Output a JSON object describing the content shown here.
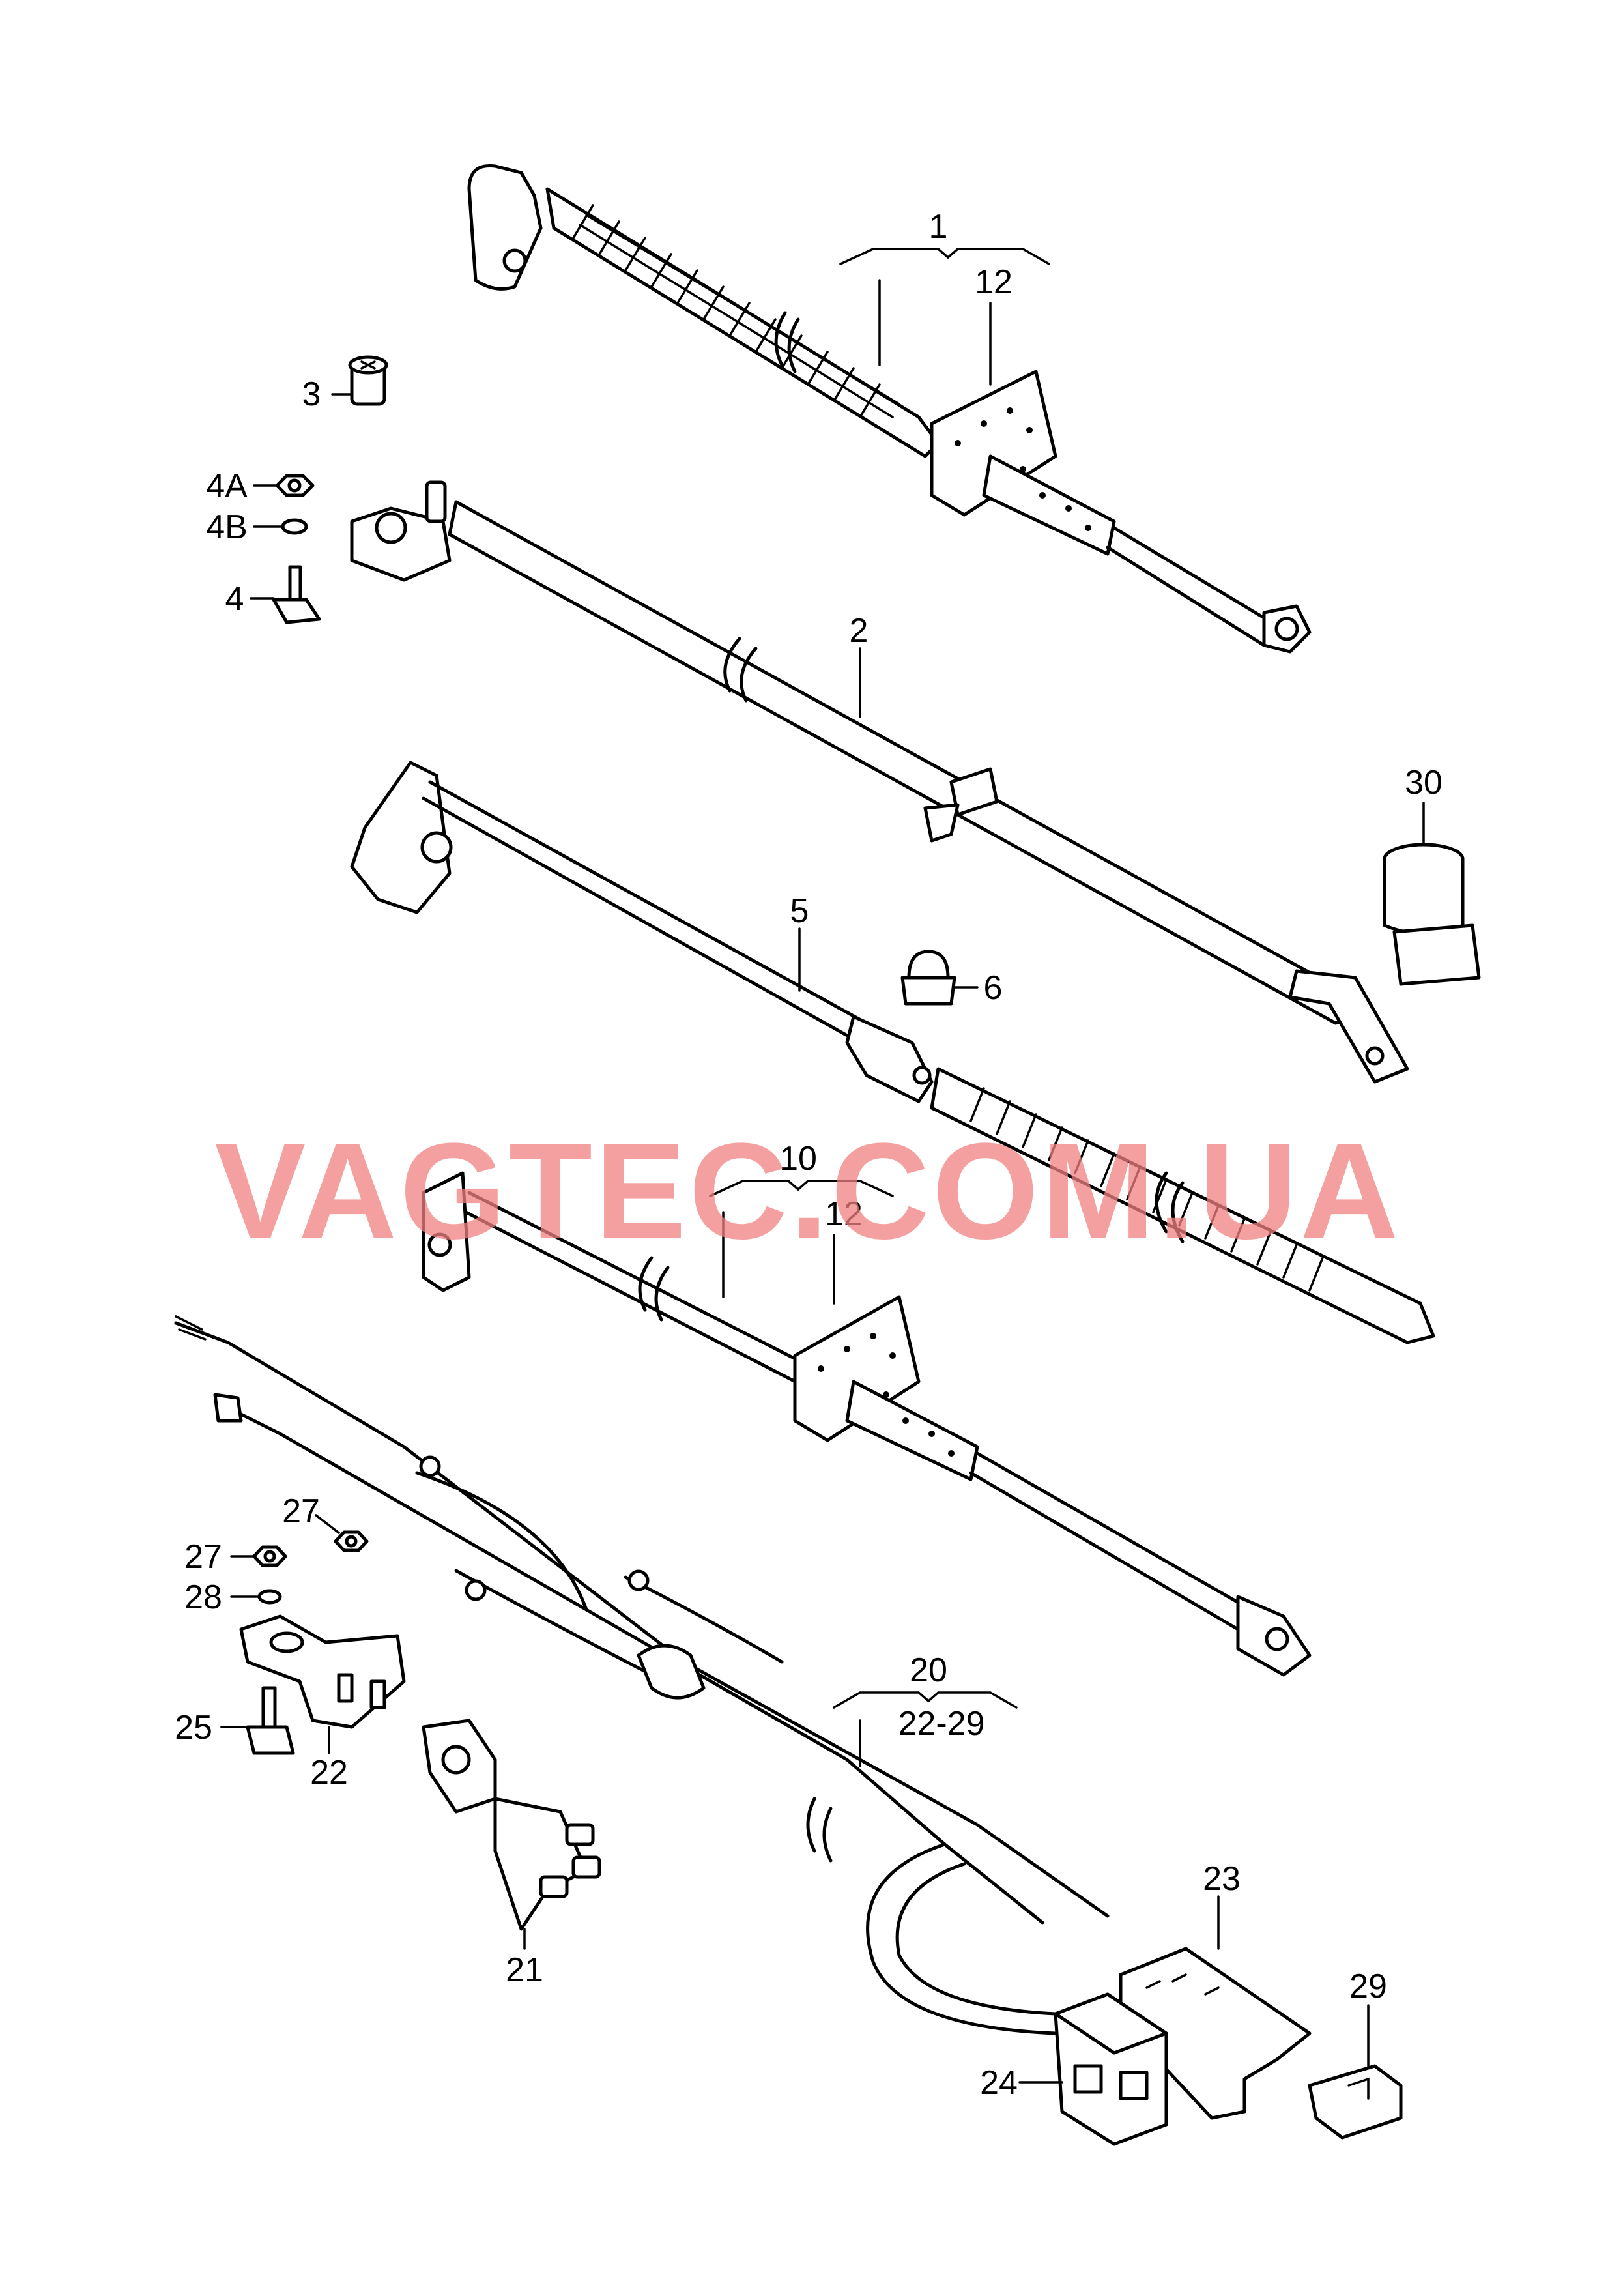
{
  "watermark": {
    "text": "VAGTEC.COM.UA",
    "color": "#f08080"
  },
  "callouts": {
    "c1": "1",
    "c12a": "12",
    "c2": "2",
    "c3": "3",
    "c4a": "4A",
    "c4b": "4B",
    "c4": "4",
    "c5": "5",
    "c6": "6",
    "c30": "30",
    "c10": "10",
    "c12b": "12",
    "c20": "20",
    "c2229": "22-29",
    "c21": "21",
    "c22": "22",
    "c23": "23",
    "c24": "24",
    "c25": "25",
    "c27a": "27",
    "c27b": "27",
    "c28": "28",
    "c29": "29"
  }
}
